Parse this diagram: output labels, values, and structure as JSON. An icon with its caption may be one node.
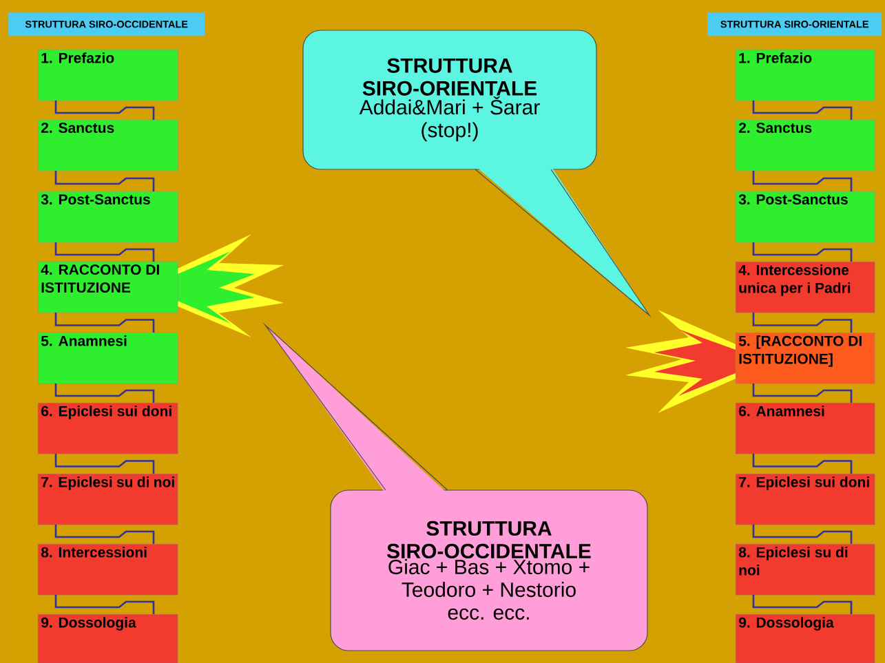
{
  "diagram": {
    "nodes": [
      {
        "text": [
          "STRUTTURA SIRO-OCCIDENTALE"
        ]
      },
      {
        "text": [
          "1. Prefazio"
        ]
      },
      {
        "text": [
          "2. Sanctus"
        ]
      },
      {
        "text": [
          "3. Post-Sanctus"
        ]
      },
      {
        "text": [
          "4. RACCONTO DI ISTITUZIONE"
        ]
      },
      {
        "text": [
          "5. Anamnesi"
        ]
      },
      {
        "text": [
          "6. Epiclesi sui doni"
        ]
      },
      {
        "text": [
          "7. Epiclesi su di noi"
        ]
      },
      {
        "text": [
          "8. Intercessioni"
        ]
      },
      {
        "text": [
          "9. Dossologia"
        ]
      },
      {
        "text": [
          "STRUTTURA SIRO-ORIENTALE"
        ]
      },
      {
        "text": [
          "1. Prefazio"
        ]
      },
      {
        "text": [
          "2. Sanctus"
        ]
      },
      {
        "text": [
          "3. Post-Sanctus"
        ]
      },
      {
        "text": [
          "4. Intercessione unica per i Padri"
        ]
      },
      {
        "text": [
          "5. [RACCONTO DI ISTITUZIONE]"
        ]
      },
      {
        "text": [
          "6. Anamnesi"
        ]
      },
      {
        "text": [
          "7. Epiclesi sui doni"
        ]
      },
      {
        "text": [
          "8. Epiclesi su di noi"
        ]
      },
      {
        "text": [
          "9. Dossologia"
        ]
      },
      {
        "text": [
          "STRUTTURA SIRO-ORIENTALE",
          "Addai&Mari + Šarar (stop!)"
        ]
      },
      {
        "text": [
          "STRUTTURA SIRO-OCCIDENTALE",
          "Giac + Bas + Xtomo + Teodoro + Nestorio ecc. ecc."
        ]
      }
    ],
    "edges": [
      {
        "from": 1,
        "to": 2,
        "arrow": "none"
      },
      {
        "from": 2,
        "to": 3,
        "arrow": "none"
      },
      {
        "from": 3,
        "to": 4,
        "arrow": "none"
      },
      {
        "from": 4,
        "to": 5,
        "arrow": "none"
      },
      {
        "from": 5,
        "to": 6,
        "arrow": "none"
      },
      {
        "from": 6,
        "to": 7,
        "arrow": "none"
      },
      {
        "from": 7,
        "to": 8,
        "arrow": "none"
      },
      {
        "from": 8,
        "to": 9,
        "arrow": "none"
      },
      {
        "from": 11,
        "to": 12,
        "arrow": "none"
      },
      {
        "from": 12,
        "to": 13,
        "arrow": "none"
      },
      {
        "from": 13,
        "to": 14,
        "arrow": "none"
      },
      {
        "from": 14,
        "to": 15,
        "arrow": "none"
      },
      {
        "from": 15,
        "to": 16,
        "arrow": "none"
      },
      {
        "from": 16,
        "to": 17,
        "arrow": "none"
      },
      {
        "from": 17,
        "to": 18,
        "arrow": "none"
      },
      {
        "from": 18,
        "to": 19,
        "arrow": "none"
      }
    ]
  }
}
